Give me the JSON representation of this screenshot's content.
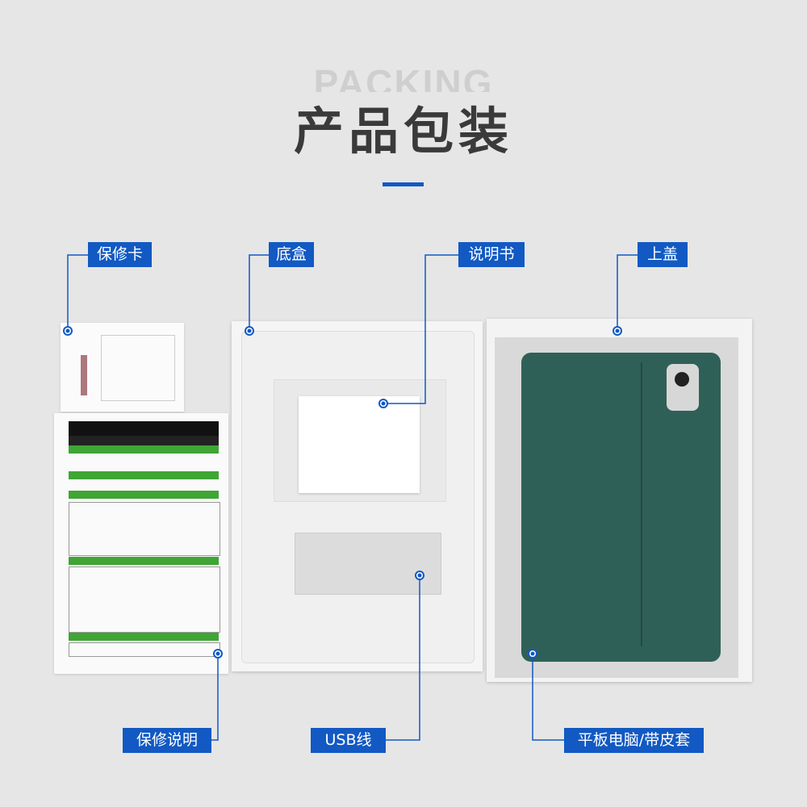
{
  "header": {
    "bg_word": "PACKING",
    "title": "产品包装"
  },
  "labels": {
    "warranty_card": "保修卡",
    "bottom_box": "底盒",
    "manual": "说明书",
    "top_lid": "上盖",
    "warranty_info": "保修说明",
    "usb_cable": "USB线",
    "tablet": "平板电脑/带皮套"
  },
  "colors": {
    "accent": "#1259c3",
    "tablet_green": "#2f6057",
    "sheet_green": "#3fa535"
  }
}
